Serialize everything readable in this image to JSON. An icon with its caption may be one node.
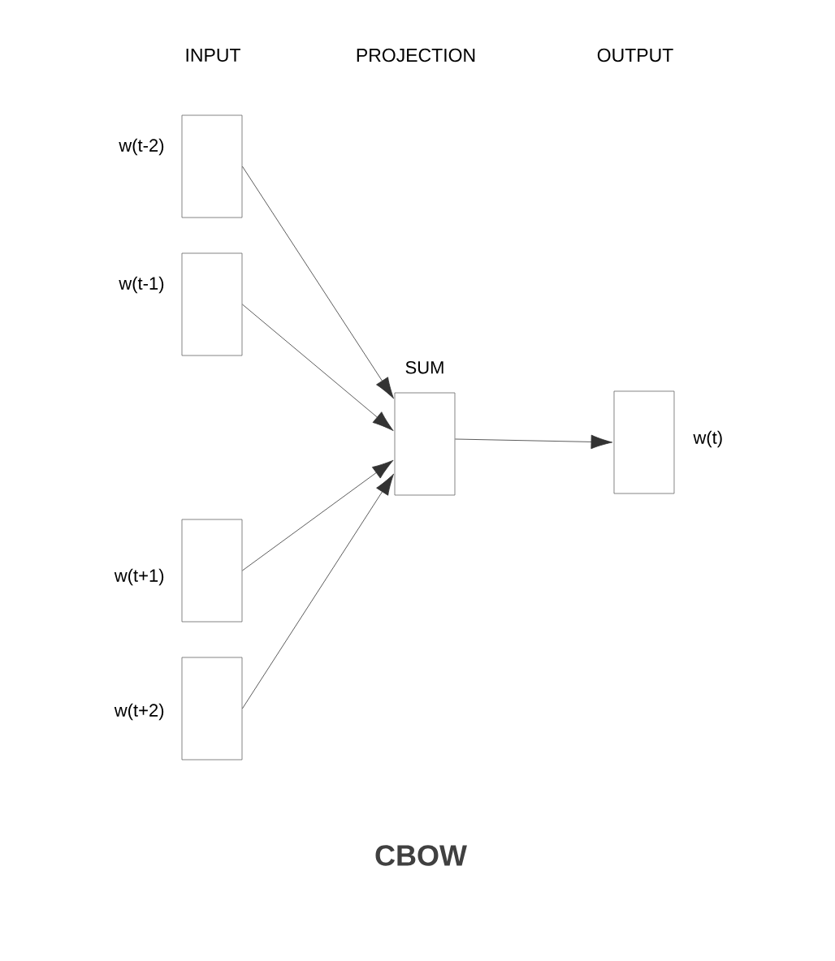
{
  "diagram": {
    "caption": "CBOW",
    "nodes": [
      {
        "text": [],
        "shape": "box",
        "beside": [
          "w(t-2)"
        ]
      },
      {
        "text": [],
        "shape": "box",
        "beside": [
          "w(t-1)"
        ]
      },
      {
        "text": [],
        "shape": "box",
        "beside": [
          "w(t+1)"
        ]
      },
      {
        "text": [],
        "shape": "box",
        "beside": [
          "w(t+2)"
        ]
      },
      {
        "text": [
          "SUM"
        ]
      },
      {
        "text": [],
        "shape": "box",
        "beside": [
          "w(t)"
        ]
      }
    ],
    "edges": [
      {
        "from": 0,
        "to": 4,
        "arrow": "to"
      },
      {
        "from": 1,
        "to": 4,
        "arrow": "to"
      },
      {
        "from": 2,
        "to": 4,
        "arrow": "to"
      },
      {
        "from": 3,
        "to": 4,
        "arrow": "to"
      },
      {
        "from": 4,
        "to": 5,
        "arrow": "to"
      }
    ],
    "labels": [
      "INPUT",
      "PROJECTION",
      "OUTPUT"
    ]
  }
}
